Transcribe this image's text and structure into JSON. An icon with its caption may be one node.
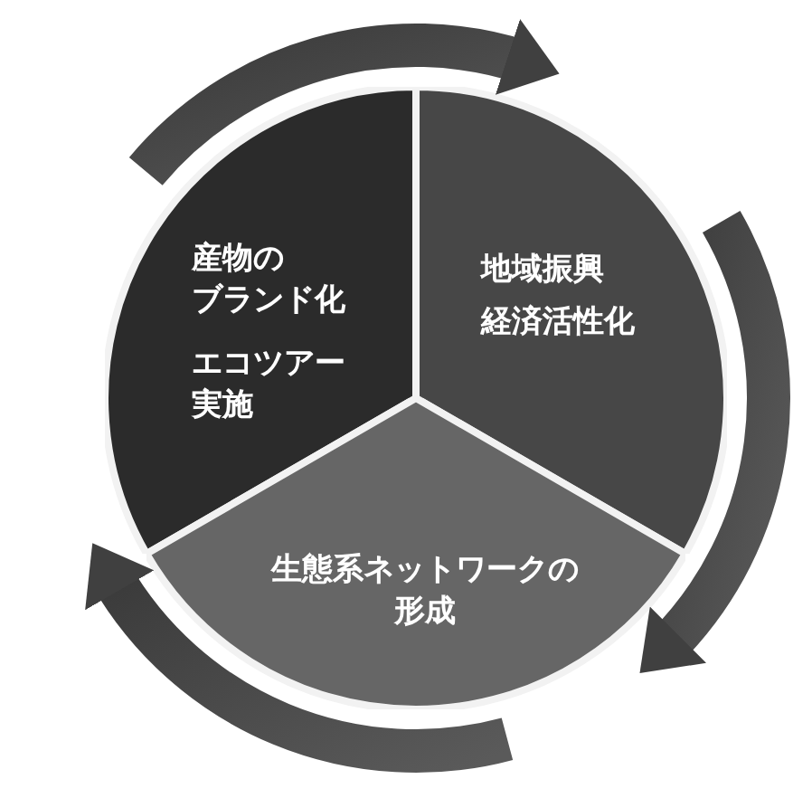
{
  "diagram": {
    "nodes": [
      {
        "text": [
          "産物のブランド化",
          "エコツアー実施"
        ]
      },
      {
        "text": [
          "地域振興",
          "経済活性化"
        ]
      },
      {
        "text": [
          "生態系ネットワークの形成"
        ]
      }
    ]
  }
}
